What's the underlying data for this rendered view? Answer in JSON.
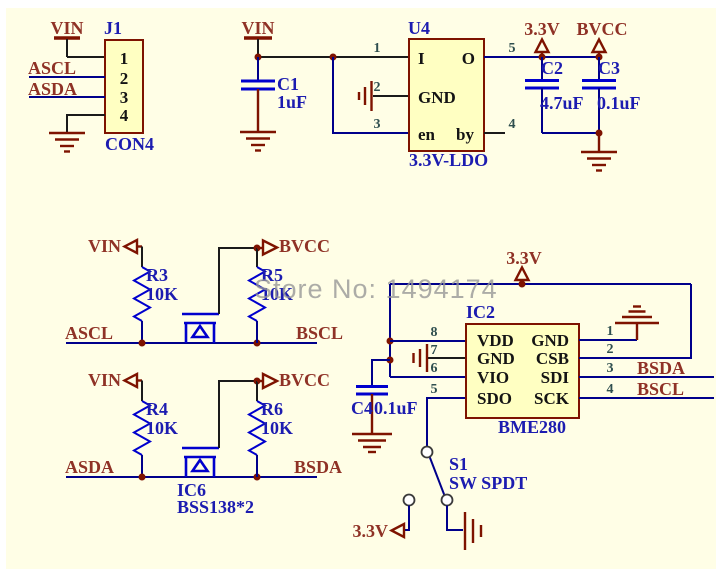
{
  "watermark": "Store No: 1494174",
  "j1": {
    "ref": "J1",
    "footprint": "CON4",
    "net_vin": "VIN",
    "net_ascl": "ASCL",
    "net_asda": "ASDA",
    "pins": [
      "1",
      "2",
      "3",
      "4"
    ]
  },
  "ldo": {
    "ref": "U4",
    "value": "3.3V-LDO",
    "net_vin": "VIN",
    "net_33": "3.3V",
    "net_bvcc": "BVCC",
    "pin_in": "I",
    "pin_out": "O",
    "pin_gnd": "GND",
    "pin_en": "en",
    "pin_by": "by",
    "num_in": "1",
    "num_gnd": "2",
    "num_en": "3",
    "num_by": "4",
    "num_out": "5"
  },
  "c1": {
    "ref": "C1",
    "value": "1uF"
  },
  "c2": {
    "ref": "C2",
    "value": "4.7uF"
  },
  "c3": {
    "ref": "C3",
    "value": "0.1uF"
  },
  "c4": {
    "ref": "C4",
    "value": "0.1uF"
  },
  "sh1": {
    "net_vin": "VIN",
    "net_bvcc": "BVCC",
    "net_a": "ASCL",
    "net_b": "BSCL",
    "rl_ref": "R3",
    "rl_val": "10K",
    "rr_ref": "R5",
    "rr_val": "10K"
  },
  "sh2": {
    "net_vin": "VIN",
    "net_bvcc": "BVCC",
    "net_a": "ASDA",
    "net_b": "BSDA",
    "rl_ref": "R4",
    "rl_val": "10K",
    "rr_ref": "R6",
    "rr_val": "10K",
    "ref": "IC6",
    "part": "BSS138*2"
  },
  "bme": {
    "ref": "IC2",
    "part": "BME280",
    "net_33": "3.3V",
    "net_bsda": "BSDA",
    "net_bscl": "BSCL",
    "left": [
      {
        "n": "8",
        "name": "VDD"
      },
      {
        "n": "7",
        "name": "GND"
      },
      {
        "n": "6",
        "name": "VIO"
      },
      {
        "n": "5",
        "name": "SDO"
      }
    ],
    "right": [
      {
        "n": "1",
        "name": "GND"
      },
      {
        "n": "2",
        "name": "CSB"
      },
      {
        "n": "3",
        "name": "SDI"
      },
      {
        "n": "4",
        "name": "SCK"
      }
    ]
  },
  "s1": {
    "ref": "S1",
    "value": "SW SPDT",
    "net_33": "3.3V"
  }
}
